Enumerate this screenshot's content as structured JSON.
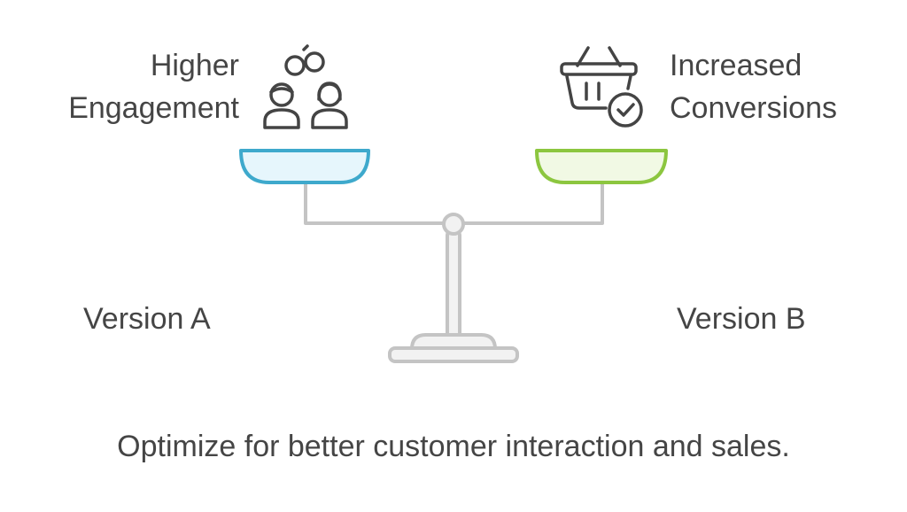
{
  "left_item": {
    "lines": [
      "Higher",
      "Engagement"
    ],
    "icon": "people-with-link-icon",
    "pan_color": "#3ea9cc",
    "pan_fill": "#e6f6fc"
  },
  "right_item": {
    "lines": [
      "Increased",
      "Conversions"
    ],
    "icon": "basket-check-icon",
    "pan_color": "#8cc63f",
    "pan_fill": "#f1f9e4"
  },
  "versions": {
    "a": "Version A",
    "b": "Version B"
  },
  "caption": "Optimize for better customer interaction and sales.",
  "colors": {
    "stroke": "#444444",
    "scale_gray": "#c4c4c4",
    "scale_fill": "#f2f2f2"
  }
}
